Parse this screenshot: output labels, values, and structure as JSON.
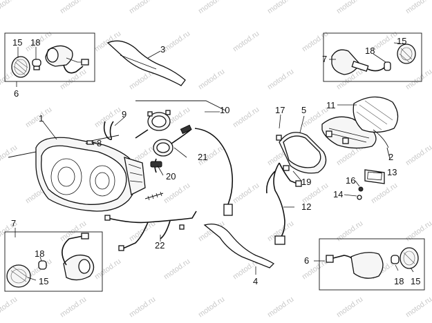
{
  "watermark": "motod.ru",
  "callouts": {
    "c1": "1",
    "c2": "2",
    "c3": "3",
    "c4": "4",
    "c5": "5",
    "c6a": "6",
    "c6b": "6",
    "c7a": "7",
    "c7b": "7",
    "c8": "8",
    "c9": "9",
    "c10": "10",
    "c11": "11",
    "c12": "12",
    "c13": "13",
    "c14": "14",
    "c15a": "15",
    "c15b": "15",
    "c15c": "15",
    "c15d": "15",
    "c16": "16",
    "c17": "17",
    "c18a": "18",
    "c18b": "18",
    "c18c": "18",
    "c18d": "18",
    "c19": "19",
    "c20": "20",
    "c21": "21",
    "c22": "22"
  }
}
